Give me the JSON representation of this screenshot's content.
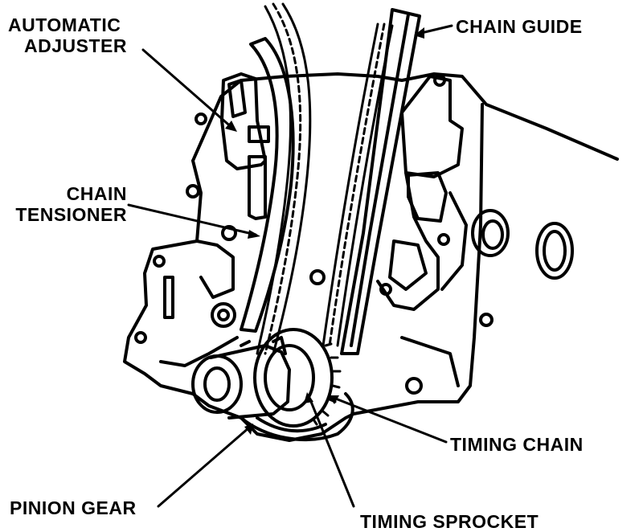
{
  "labels": {
    "automatic_adjuster": [
      "AUTOMATIC",
      "ADJUSTER"
    ],
    "chain_guide": "CHAIN GUIDE",
    "chain_tensioner": [
      "CHAIN",
      "TENSIONER"
    ],
    "timing_chain": "TIMING CHAIN",
    "pinion_gear": "PINION GEAR",
    "timing_sprocket": "TIMING SPROCKET"
  }
}
